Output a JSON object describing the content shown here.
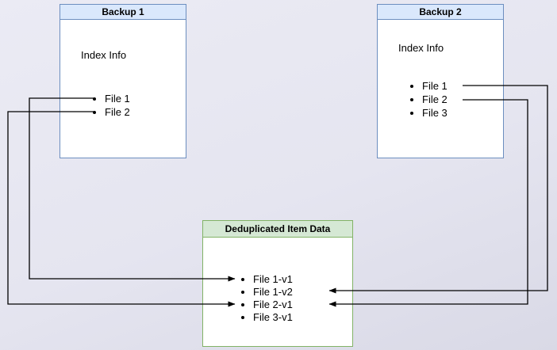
{
  "diagram": {
    "backup1": {
      "title": "Backup 1",
      "subtitle": "Index Info",
      "files": [
        "File 1",
        "File 2"
      ]
    },
    "backup2": {
      "title": "Backup 2",
      "subtitle": "Index Info",
      "files": [
        "File 1",
        "File 2",
        "File 3"
      ]
    },
    "dedup": {
      "title": "Deduplicated Item Data",
      "items": [
        "File 1-v1",
        "File 1-v2",
        "File 2-v1",
        "File 3-v1"
      ]
    },
    "connections": [
      {
        "from": "Backup 1 / File 1",
        "to": "File 1-v1"
      },
      {
        "from": "Backup 1 / File 2",
        "to": "File 2-v1"
      },
      {
        "from": "Backup 2 / File 1",
        "to": "File 1-v2"
      },
      {
        "from": "Backup 2 / File 2",
        "to": "File 2-v1"
      }
    ],
    "colors": {
      "background": "#e6e6f0",
      "blue_border": "#6c8ebf",
      "blue_header_fill": "#dae8fc",
      "green_border": "#82b366",
      "green_header_fill": "#d5e8d4",
      "box_fill": "#ffffff",
      "arrow": "#000000"
    }
  }
}
